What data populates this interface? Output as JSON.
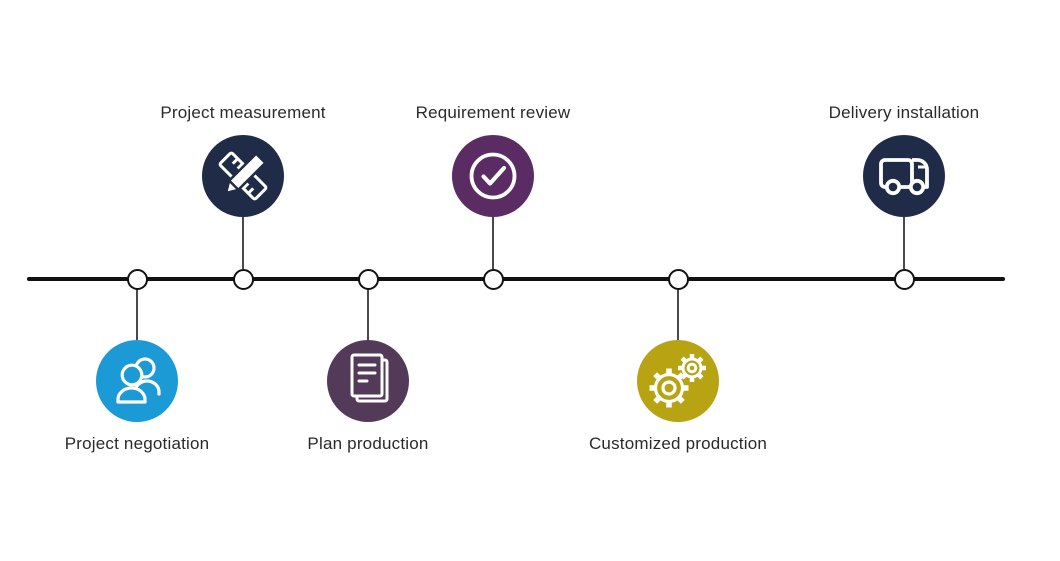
{
  "timeline": {
    "line_color": "#111111",
    "node_fill": "#ffffff",
    "node_border": "#111111",
    "connector_color": "#4a4a4a",
    "background": "#ffffff",
    "label_color": "#2a2a2a"
  },
  "steps": [
    {
      "label": "Project negotiation",
      "position": "below",
      "color": "#1b9ad6",
      "icon": "people-icon"
    },
    {
      "label": "Project measurement",
      "position": "above",
      "color": "#1f2b47",
      "icon": "ruler-pencil-icon"
    },
    {
      "label": "Plan production",
      "position": "below",
      "color": "#533a59",
      "icon": "document-icon"
    },
    {
      "label": "Requirement review",
      "position": "above",
      "color": "#5b2c63",
      "icon": "check-circle-icon"
    },
    {
      "label": "Customized production",
      "position": "below",
      "color": "#b8a313",
      "icon": "gears-icon"
    },
    {
      "label": "Delivery installation",
      "position": "above",
      "color": "#1f2b47",
      "icon": "truck-icon"
    }
  ]
}
